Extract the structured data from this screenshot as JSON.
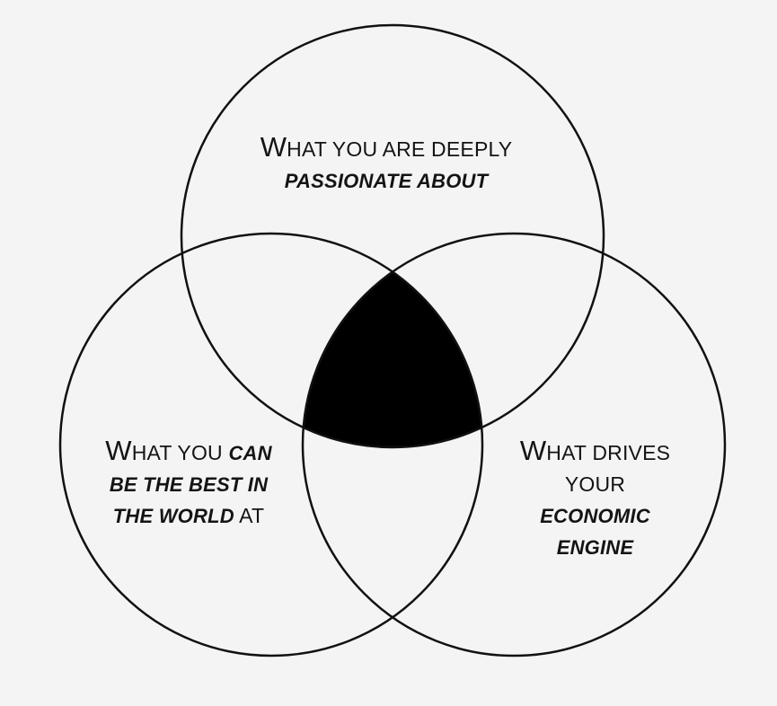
{
  "circles": {
    "top": {
      "line1_initial": "W",
      "line1_rest": "HAT YOU ARE DEEPLY",
      "line2": "PASSIONATE ABOUT"
    },
    "left": {
      "line1_initial": "W",
      "line1_rest": "HAT YOU ",
      "line1_em": "CAN",
      "line2": "BE THE BEST IN",
      "line3_em": "THE WORLD",
      "line3_rest": " AT"
    },
    "right": {
      "line1_initial": "W",
      "line1_rest": "HAT DRIVES",
      "line2": "YOUR",
      "line3": "ECONOMIC",
      "line4": "ENGINE"
    }
  },
  "colors": {
    "background": "#f4f4f4",
    "stroke": "#111111",
    "intersection_fill": "#000000",
    "text": "#141414"
  }
}
